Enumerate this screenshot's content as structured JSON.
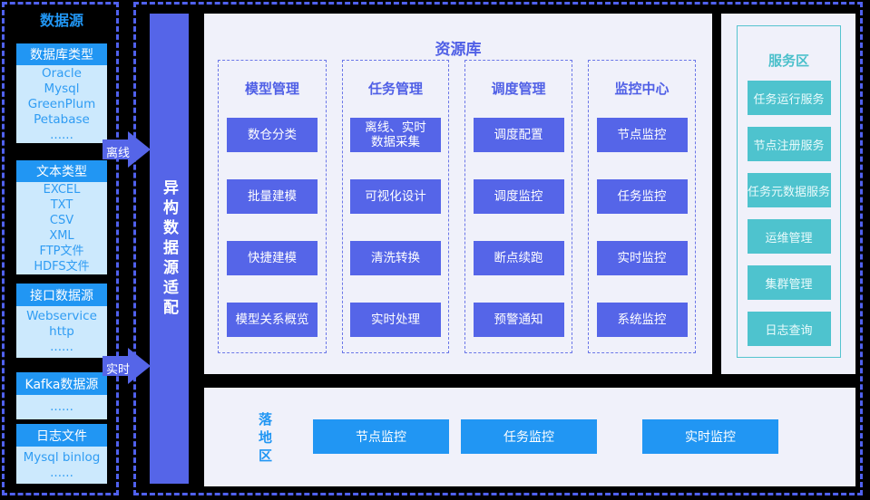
{
  "colors": {
    "background": "#000000",
    "accent_indigo": "#5565e8",
    "dash_border": "#5061ee",
    "accent_blue": "#2196f3",
    "light_blue_bg": "#cce9fd",
    "panel_bg": "#f0f1fa",
    "teal": "#4ec3ce"
  },
  "data_sources": {
    "title": "数据源",
    "groups": [
      {
        "header": "数据库类型",
        "items": [
          "Oracle",
          "Mysql",
          "GreenPlum",
          "Petabase",
          "......"
        ]
      },
      {
        "header": "文本类型",
        "items": [
          "EXCEL",
          "TXT",
          "CSV",
          "XML",
          "FTP文件",
          "HDFS文件"
        ]
      },
      {
        "header": "接口数据源",
        "items": [
          "Webservice",
          "http",
          "......"
        ]
      },
      {
        "header": "Kafka数据源",
        "items": [
          "......"
        ]
      },
      {
        "header": "日志文件",
        "items": [
          "Mysql binlog",
          "......"
        ]
      }
    ]
  },
  "arrows": {
    "offline": "离线",
    "realtime": "实时"
  },
  "adapter_bar": {
    "label": "异构数据源适配"
  },
  "repository": {
    "title": "资源库",
    "columns": [
      {
        "header": "模型管理",
        "buttons": [
          "数仓分类",
          "批量建模",
          "快捷建模",
          "模型关系概览"
        ]
      },
      {
        "header": "任务管理",
        "buttons": [
          "离线、实时\n数据采集",
          "可视化设计",
          "清洗转换",
          "实时处理"
        ]
      },
      {
        "header": "调度管理",
        "buttons": [
          "调度配置",
          "调度监控",
          "断点续跑",
          "预警通知"
        ]
      },
      {
        "header": "监控中心",
        "buttons": [
          "节点监控",
          "任务监控",
          "实时监控",
          "系统监控"
        ]
      }
    ]
  },
  "landing_zone": {
    "title": "落地区",
    "buttons": [
      "节点监控",
      "任务监控",
      "实时监控"
    ]
  },
  "service_zone": {
    "title": "服务区",
    "buttons": [
      "任务运行服务",
      "节点注册服务",
      "任务元数据服务",
      "运维管理",
      "集群管理",
      "日志查询"
    ]
  }
}
